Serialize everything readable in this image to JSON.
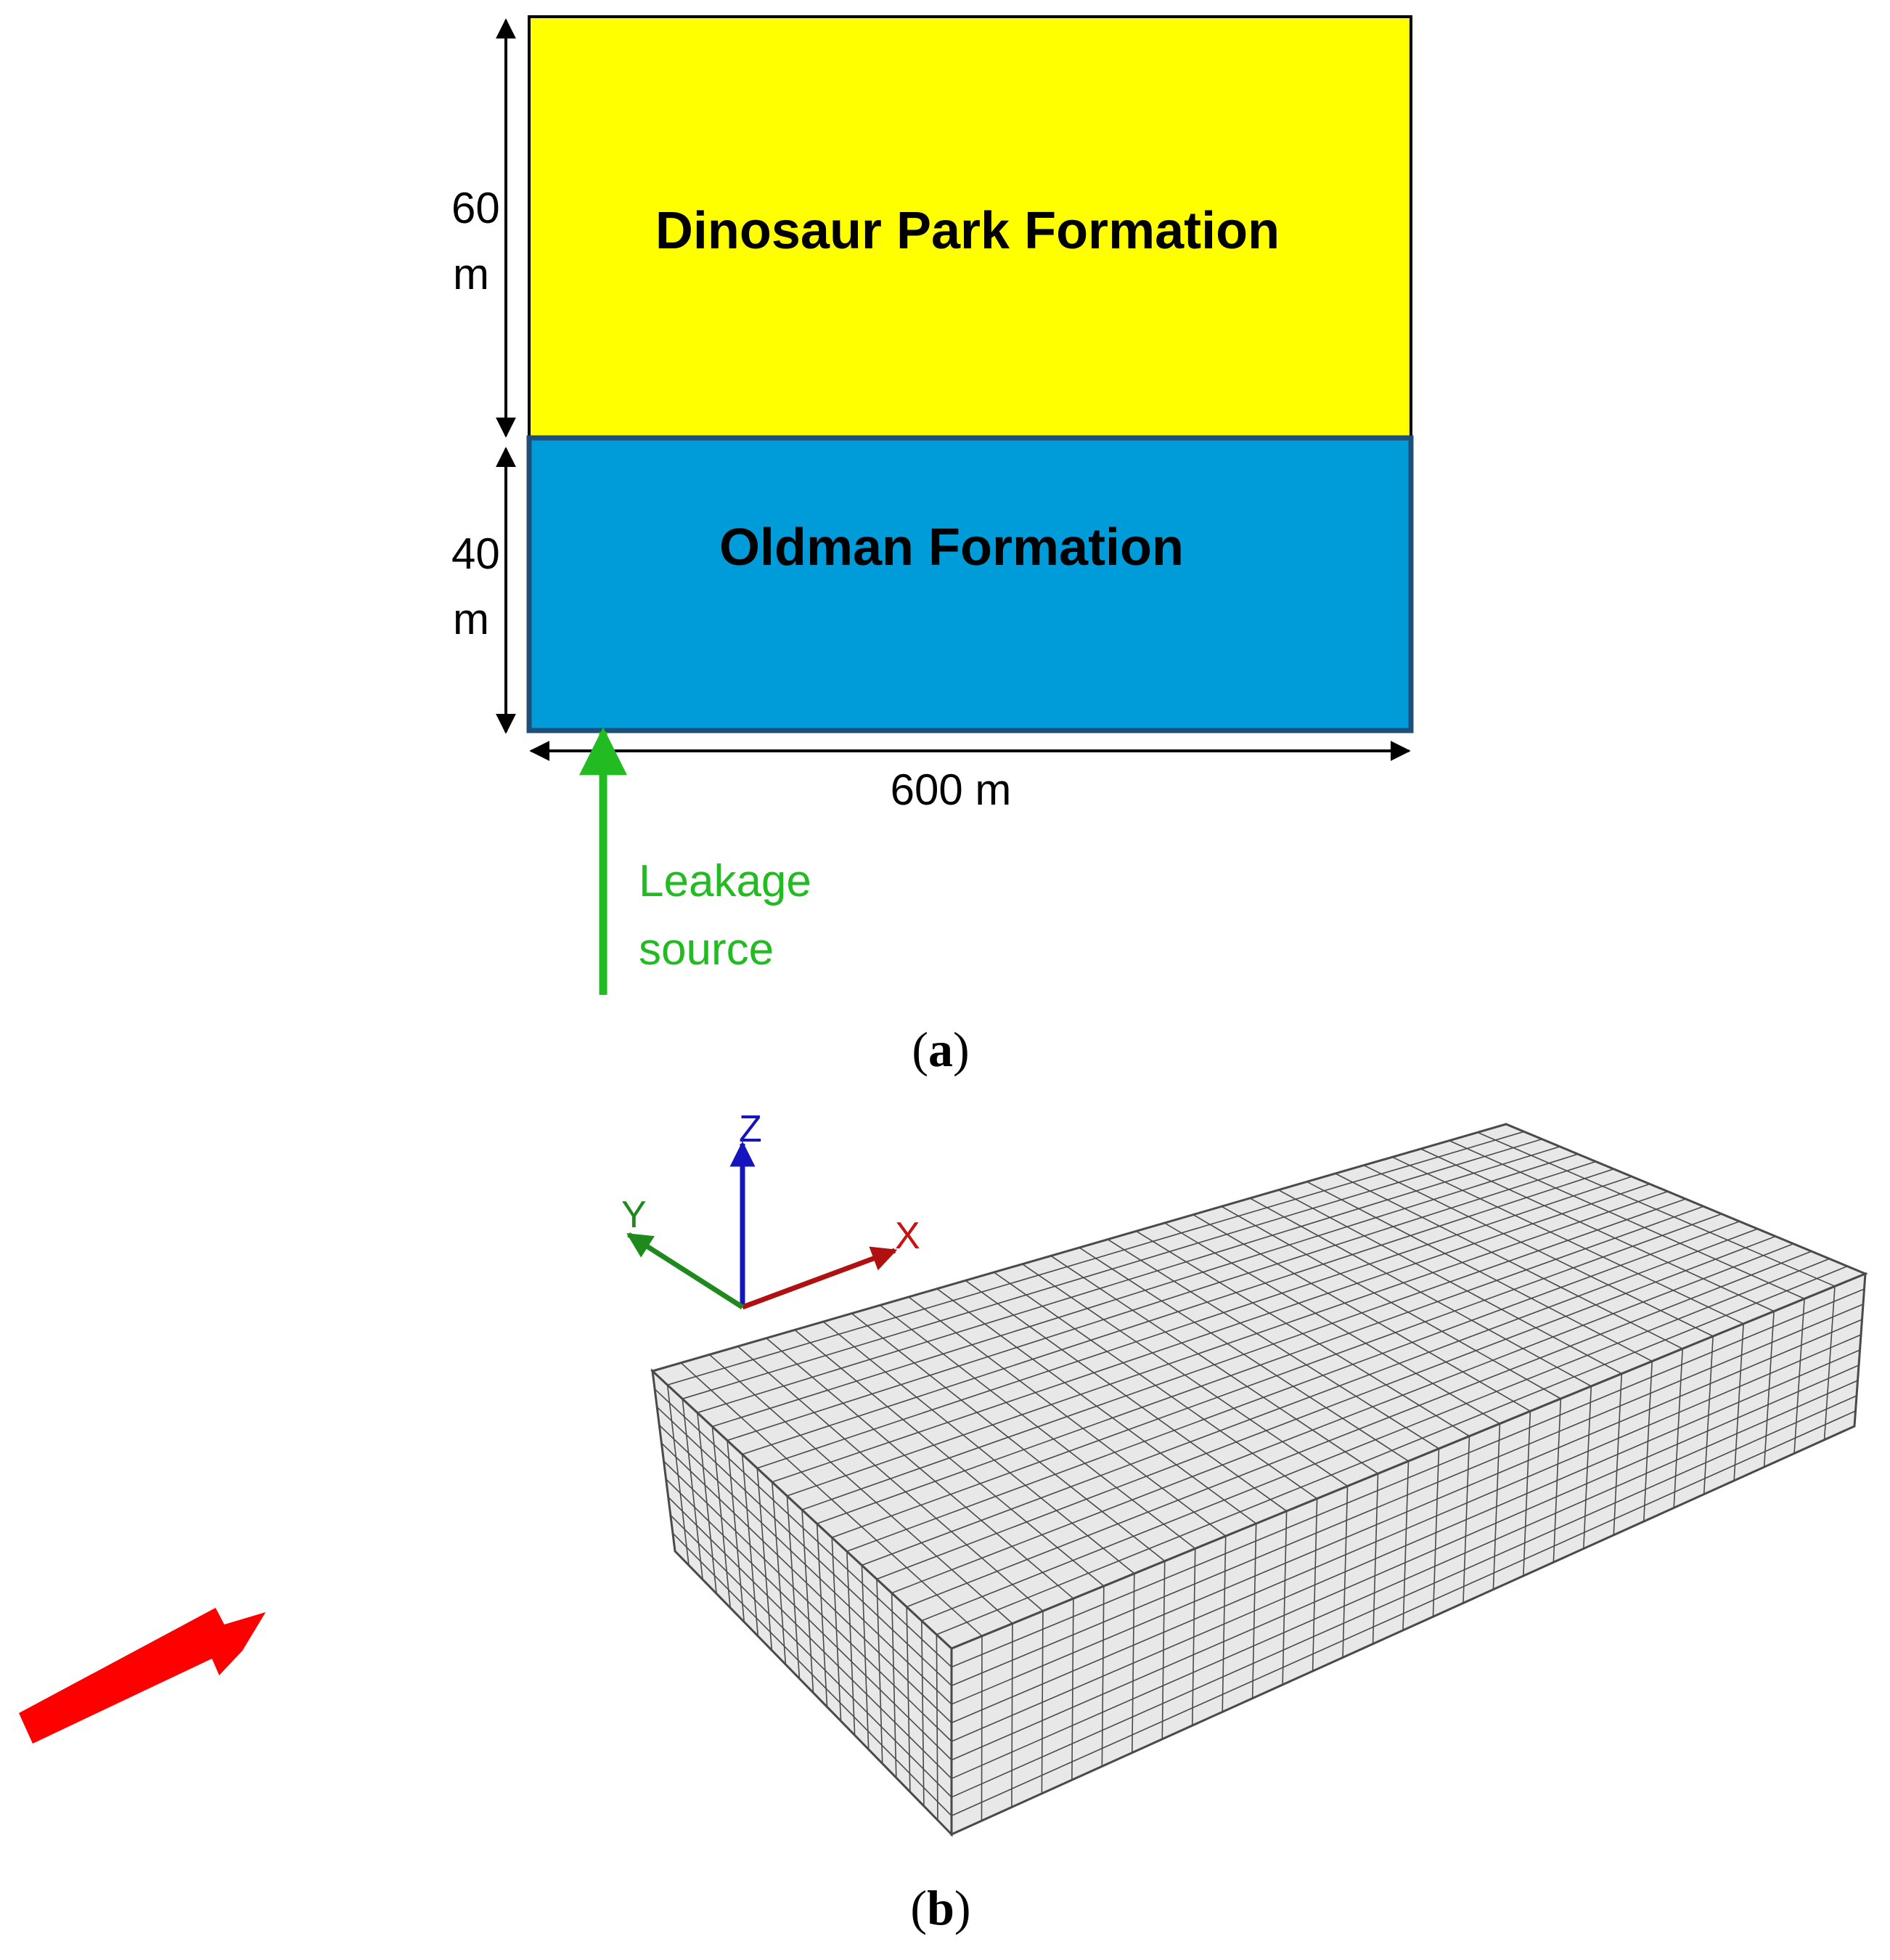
{
  "panel_a": {
    "upper_layer": {
      "name": "Dinosaur Park Formation",
      "color": "#FFFF00",
      "thickness_value": "60",
      "thickness_unit": "m"
    },
    "lower_layer": {
      "name": "Oldman Formation",
      "color": "#009BD9",
      "thickness_value": "40",
      "thickness_unit": "m"
    },
    "width_label": "600 m",
    "leakage_label": [
      "Leakage",
      "source"
    ],
    "leakage_color": "#22BB22",
    "caption": {
      "open": "(",
      "letter": "a",
      "close": ")"
    }
  },
  "panel_b": {
    "axes": {
      "x": "X",
      "y": "Y",
      "z": "Z",
      "x_color": "#B01010",
      "y_color": "#1E8A1E",
      "z_color": "#1515C0"
    },
    "grid_block": {
      "face_color": "#E8E8E8",
      "line_color": "#4A4A4A"
    },
    "arrow_color": "#FF0000",
    "caption": {
      "open": "(",
      "letter": "b",
      "close": ")"
    }
  }
}
